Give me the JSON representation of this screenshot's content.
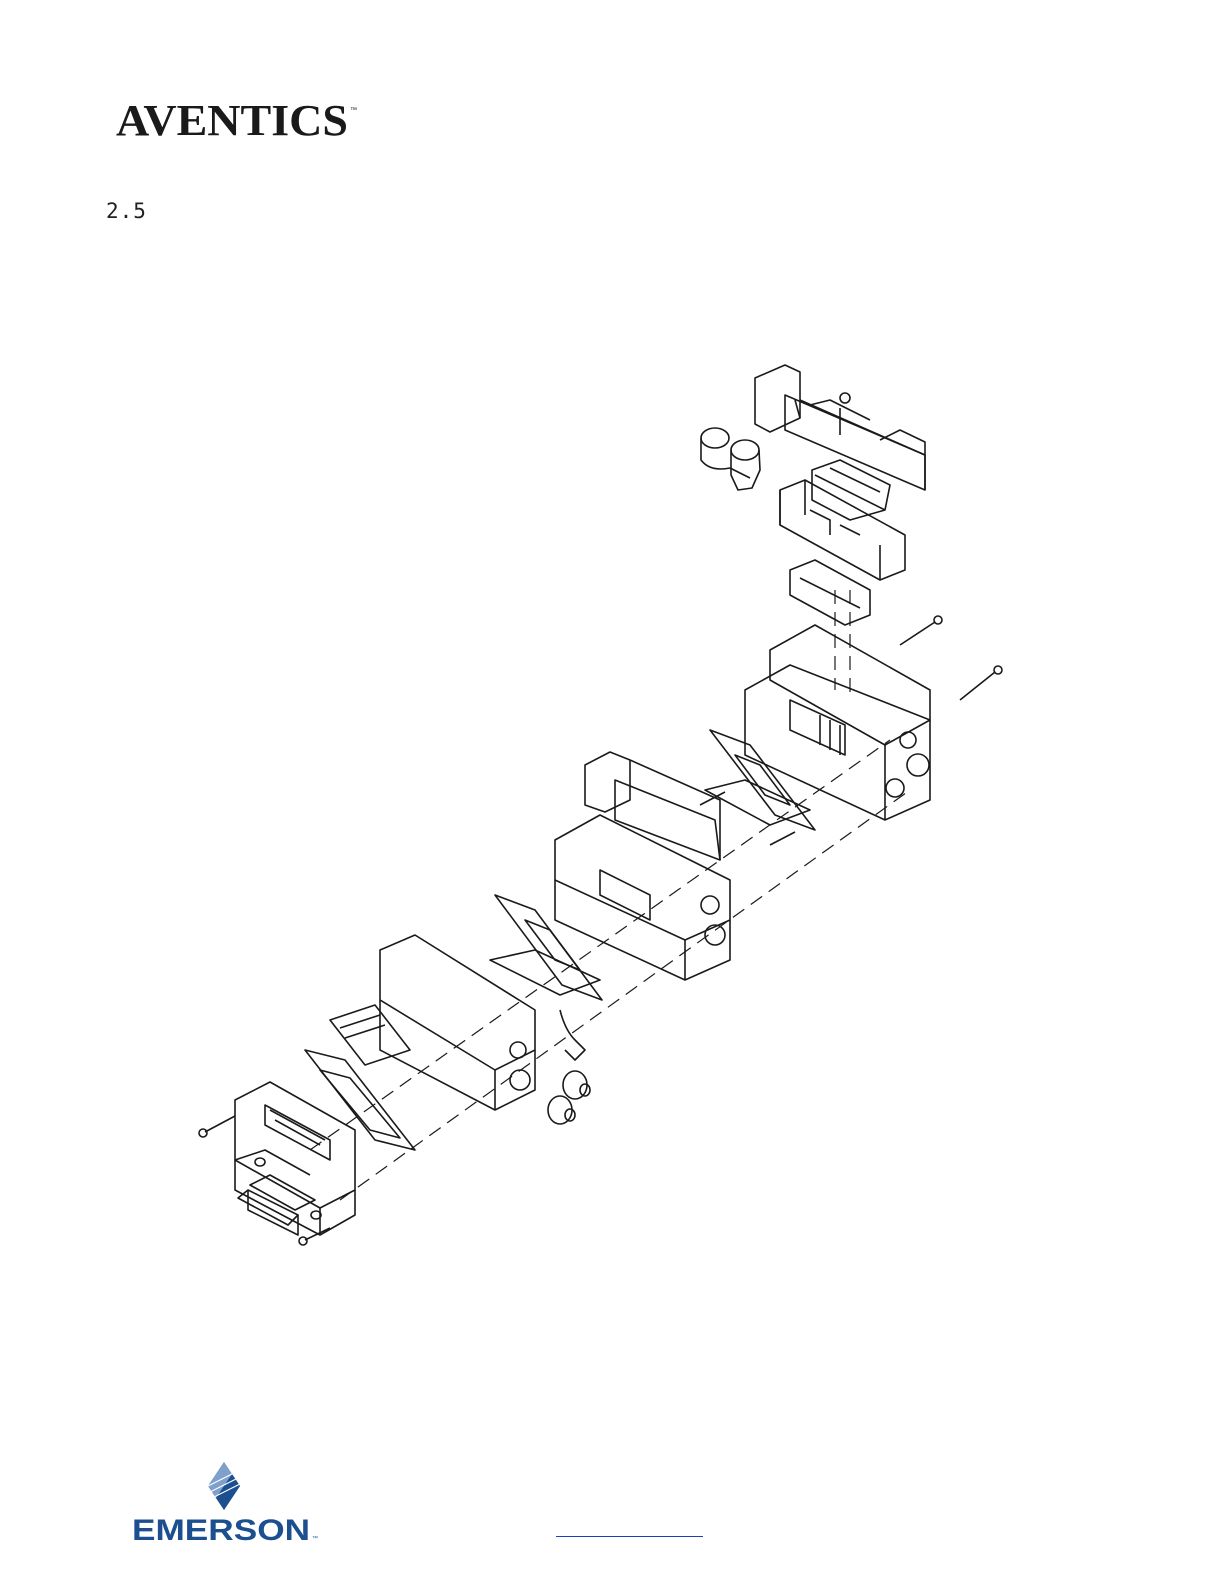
{
  "header": {
    "brand": "AVENTICS"
  },
  "section": {
    "number": "2.5"
  },
  "footer": {
    "brand": "EMERSON"
  },
  "colors": {
    "ink": "#1a1a1a",
    "emerson_blue": "#1c4f8f",
    "link_blue": "#1f3fbf"
  }
}
